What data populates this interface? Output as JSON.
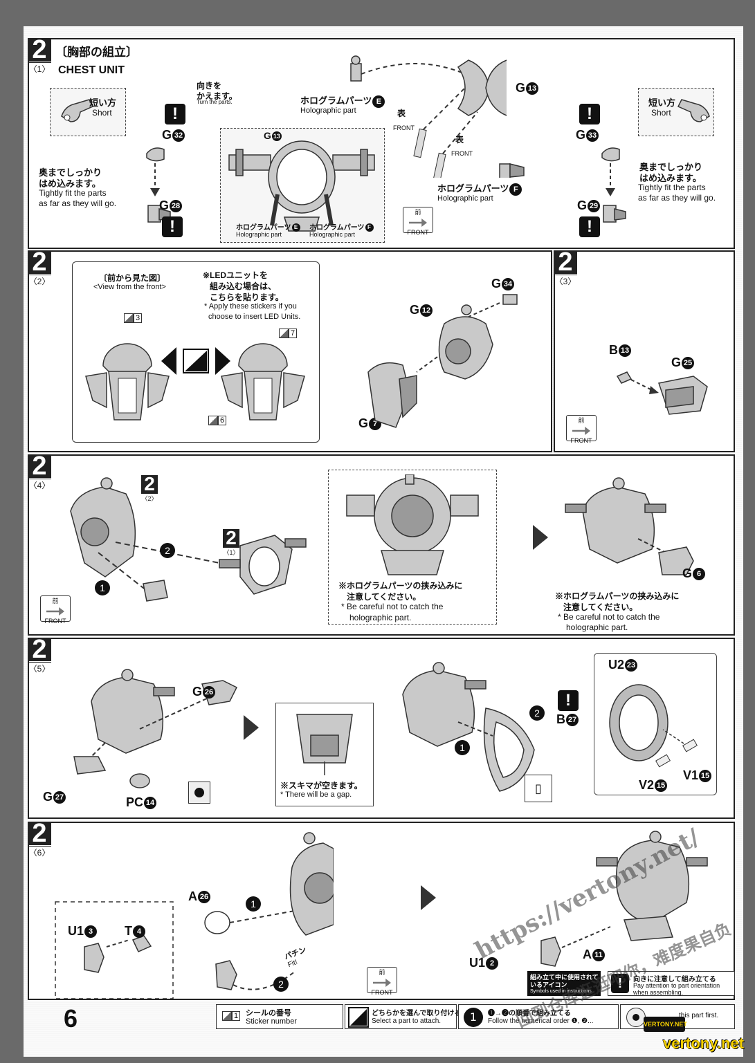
{
  "page_number": "6",
  "step2_1": {
    "step": "2",
    "sub": "〈1〉",
    "title_jp": "〔胸部の組立〕",
    "title_en": "CHEST UNIT",
    "turn_jp_1": "向きを",
    "turn_jp_2": "かえます。",
    "turn_en": "Turn the parts.",
    "short_jp": "短い方",
    "short_en": "Short",
    "tight_jp_1": "奥までしっかり",
    "tight_jp_2": "はめ込みます。",
    "tight_en_1": "Tightly fit the parts",
    "tight_en_2": "as far as they will go.",
    "holo_e_jp": "ホログラムパーツ",
    "holo_e_letter": "E",
    "holo_e_en": "Holographic part",
    "holo_f_jp": "ホログラムパーツ",
    "holo_f_letter": "F",
    "holo_f_en": "Holographic part",
    "omote_jp": "表",
    "omote_en": "FRONT",
    "mae_jp": "前",
    "mae_en": "FRONT",
    "parts": {
      "g32": "G",
      "g32n": "32",
      "g28": "G",
      "g28n": "28",
      "g13": "G",
      "g13n": "13",
      "g33": "G",
      "g33n": "33",
      "g29": "G",
      "g29n": "29"
    }
  },
  "step2_2": {
    "step": "2",
    "sub": "〈2〉",
    "view_jp": "〔前から見た図〕",
    "view_en": "<View from the front>",
    "led_jp_1": "※LEDユニットを",
    "led_jp_2": "組み込む場合は、",
    "led_jp_3": "こちらを貼ります。",
    "led_en_1": "* Apply these stickers if you",
    "led_en_2": "choose to insert LED Units.",
    "sticker_3": "3",
    "sticker_6": "6",
    "sticker_7": "7",
    "parts": {
      "g34": "G",
      "g34n": "34",
      "g12": "G",
      "g12n": "12",
      "g7": "G",
      "g7n": "7"
    }
  },
  "step2_3": {
    "step": "2",
    "sub": "〈3〉",
    "parts": {
      "b13": "B",
      "b13n": "13",
      "g25": "G",
      "g25n": "25"
    },
    "mae_jp": "前",
    "mae_en": "FRONT"
  },
  "step2_4": {
    "step": "2",
    "sub": "〈4〉",
    "ref_a": "2",
    "ref_a_sub": "〈2〉",
    "ref_b": "2",
    "ref_b_sub": "〈1〉",
    "careful_jp_1": "※ホログラムパーツの挟み込みに",
    "careful_jp_2": "注意してください。",
    "careful_en_1": "* Be careful not to catch the",
    "careful_en_2": "holographic part.",
    "order_1": "1",
    "order_2": "2",
    "parts": {
      "g6": "G",
      "g6n": "6"
    },
    "mae_jp": "前",
    "mae_en": "FRONT"
  },
  "step2_5": {
    "step": "2",
    "sub": "〈5〉",
    "gap_jp": "※スキマが空きます。",
    "gap_en": "* There will be a gap.",
    "parts": {
      "g26": "G",
      "g26n": "26",
      "g27": "G",
      "g27n": "27",
      "pc14": "PC",
      "pc14n": "14",
      "b27": "B",
      "b27n": "27",
      "u223": "U2",
      "u223n": "23",
      "v215": "V2",
      "v215n": "15",
      "v115": "V1",
      "v115n": "15"
    },
    "order_1": "1",
    "order_2": "2"
  },
  "step2_6": {
    "step": "2",
    "sub": "〈6〉",
    "fit_jp": "パチン",
    "fit_en": "Fit!",
    "parts": {
      "a26": "A",
      "a26n": "26",
      "u13": "U1",
      "u13n": "3",
      "t4": "T",
      "t4n": "4",
      "a11": "A",
      "a11n": "11",
      "u12": "U1",
      "u12n": "2"
    },
    "mae_jp": "前",
    "mae_en": "FRONT",
    "order_1": "1",
    "order_2": "2"
  },
  "legend": {
    "symbols_jp": "組み立て中に使用されているアイコン",
    "symbols_en": "Symbols used in instructions",
    "orient_jp": "向きに注意して組み立てる",
    "orient_en_1": "Pay attention to part orientation",
    "orient_en_2": "when assembling.",
    "sticker_num": "1",
    "sticker_jp": "シールの番号",
    "sticker_en": "Sticker number",
    "select_jp": "どちらかを選んで取り付ける",
    "select_en": "Select a part to attach.",
    "order_num": "1",
    "order_jp": "❶→❷の順番で組み立てる",
    "order_en": "Follow the numerical order ❶, ❷...",
    "first_en": "this part first."
  },
  "watermark": {
    "url": "https://vertony.net/",
    "cn": "回到仓库逛逛吧你，难度果自负",
    "badge": "VERTONY.NET",
    "footer": "vertony.net"
  }
}
